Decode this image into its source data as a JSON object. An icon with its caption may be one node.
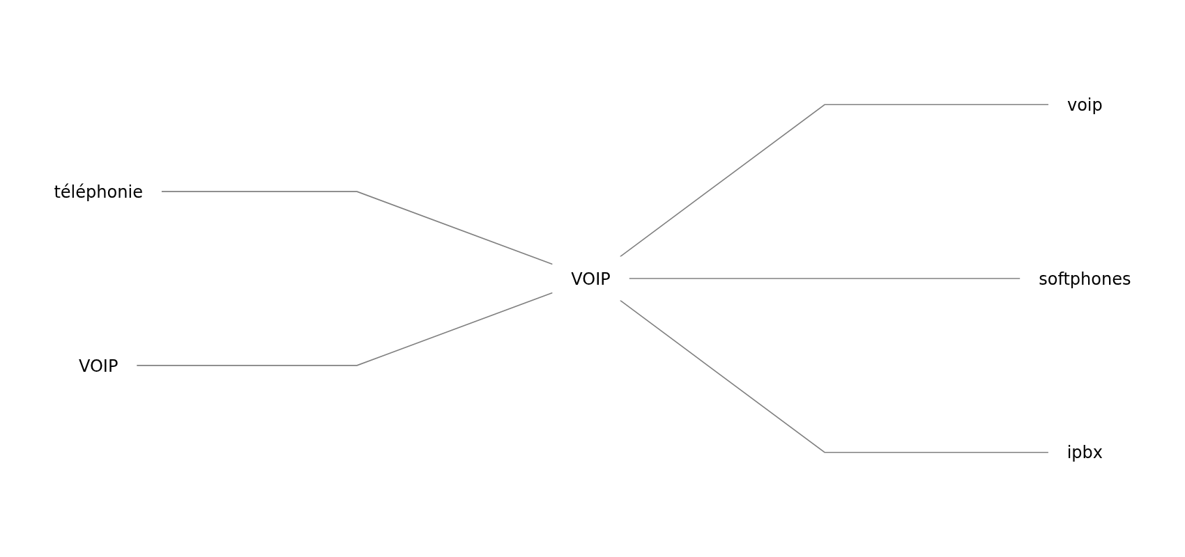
{
  "diagram": {
    "nodes": [
      {
        "text": [
          "voip"
        ]
      },
      {
        "text": [
          "téléphonie"
        ]
      },
      {
        "text": [
          "VOIP"
        ]
      },
      {
        "text": [
          "softphones"
        ]
      },
      {
        "text": [
          "VOIP"
        ]
      },
      {
        "text": [
          "ipbx"
        ]
      }
    ],
    "edges": [
      {
        "from": 1,
        "to": 2,
        "arrow": "none"
      },
      {
        "from": 2,
        "to": 0,
        "arrow": "none"
      },
      {
        "from": 2,
        "to": 3,
        "arrow": "none"
      },
      {
        "from": 4,
        "to": 2,
        "arrow": "none"
      },
      {
        "from": 2,
        "to": 5,
        "arrow": "none"
      }
    ]
  }
}
